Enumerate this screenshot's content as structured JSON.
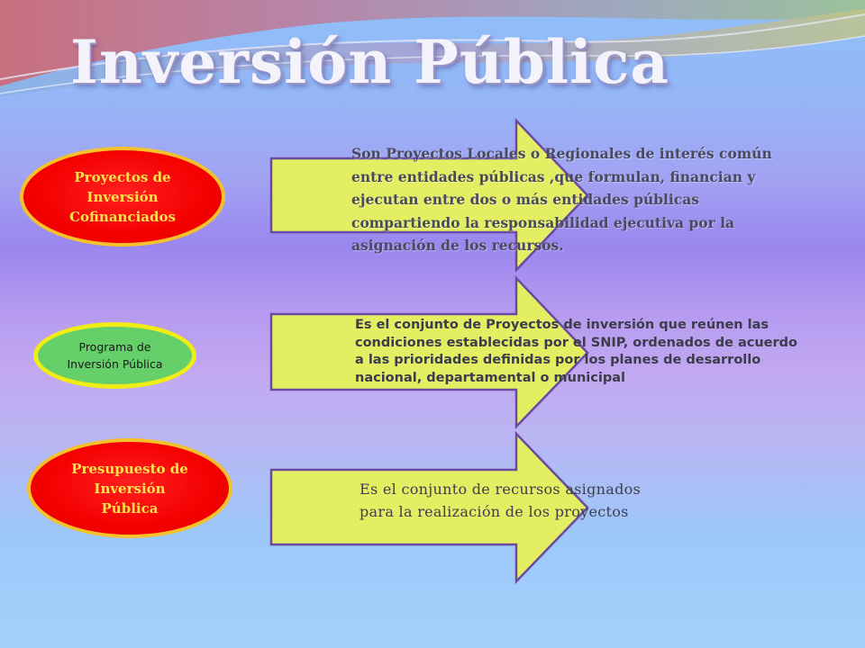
{
  "slide": {
    "title": "Inversión Pública",
    "rows": [
      {
        "label_lines": [
          "Proyectos de",
          "Inversión",
          "Cofinanciados"
        ],
        "description": "Son Proyectos Locales o Regionales de interés común entre entidades públicas ,que formulan, financian y ejecutan entre dos o más entidades públicas compartiendo la responsabilidad ejecutiva por la asignación de los recursos."
      },
      {
        "label_lines": [
          "Programa de",
          "Inversión Pública"
        ],
        "description": "Es el conjunto de Proyectos de inversión que reúnen las condiciones establecidas por el SNIP, ordenados de acuerdo a las prioridades definidas por los planes de desarrollo nacional, departamental o municipal"
      },
      {
        "label_lines": [
          "Presupuesto de",
          "Inversión",
          "Pública"
        ],
        "description": "Es el conjunto de recursos asignados para la realización de los proyectos"
      }
    ]
  },
  "colors": {
    "oval_red": "#f40000",
    "oval_red_border": "#f6c12a",
    "oval_red_text": "#ffe24a",
    "oval_green": "#65cf6a",
    "oval_green_border": "#f2ec16",
    "arrow_fill": "#e4ee63",
    "arrow_stroke": "#6a4aa2",
    "title_text": "#f4f3fb"
  }
}
